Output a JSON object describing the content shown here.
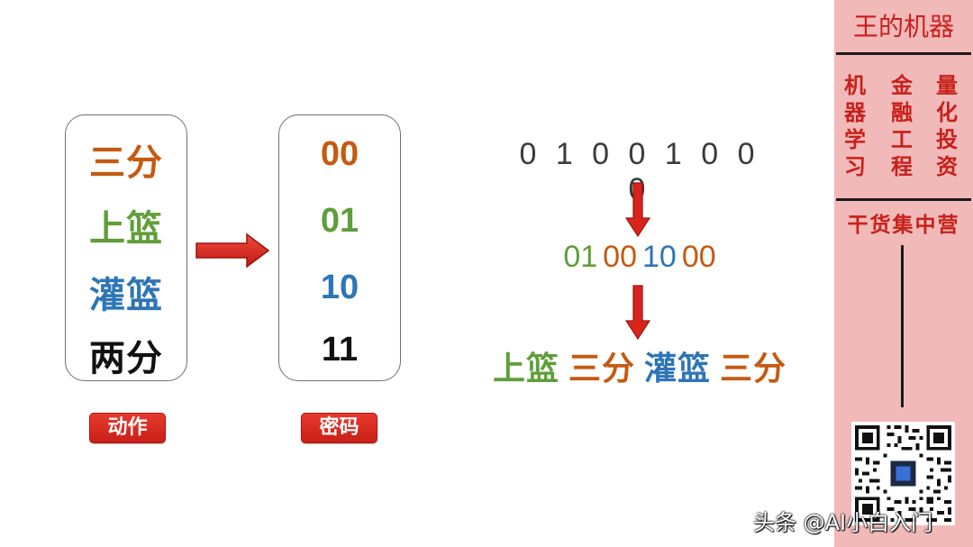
{
  "actions": {
    "items": [
      {
        "label": "三分",
        "color": "#c55a11"
      },
      {
        "label": "上篮",
        "color": "#5f9e3a"
      },
      {
        "label": "灌篮",
        "color": "#2e75b6"
      },
      {
        "label": "两分",
        "color": "#111111"
      }
    ],
    "badge": "动作"
  },
  "codes": {
    "items": [
      {
        "label": "00",
        "color": "#c55a11"
      },
      {
        "label": "01",
        "color": "#5f9e3a"
      },
      {
        "label": "10",
        "color": "#2e75b6"
      },
      {
        "label": "11",
        "color": "#111111"
      }
    ],
    "badge": "密码"
  },
  "decode": {
    "binary": "0 1 0 0 1 0 0 0",
    "groups": [
      {
        "text": "01",
        "color": "#5f9e3a"
      },
      {
        "text": "00",
        "color": "#c55a11"
      },
      {
        "text": "10",
        "color": "#2e75b6"
      },
      {
        "text": "00",
        "color": "#c55a11"
      }
    ],
    "result": [
      {
        "text": "上篮",
        "color": "#5f9e3a"
      },
      {
        "text": "三分",
        "color": "#c55a11"
      },
      {
        "text": "灌篮",
        "color": "#2e75b6"
      },
      {
        "text": "三分",
        "color": "#c55a11"
      }
    ]
  },
  "sidebar": {
    "title": "王的机器",
    "columns": [
      "机器学习",
      "金融工程",
      "量化投资"
    ],
    "slogan": "干货集中营"
  },
  "watermark": "头条 @AI小白入门"
}
